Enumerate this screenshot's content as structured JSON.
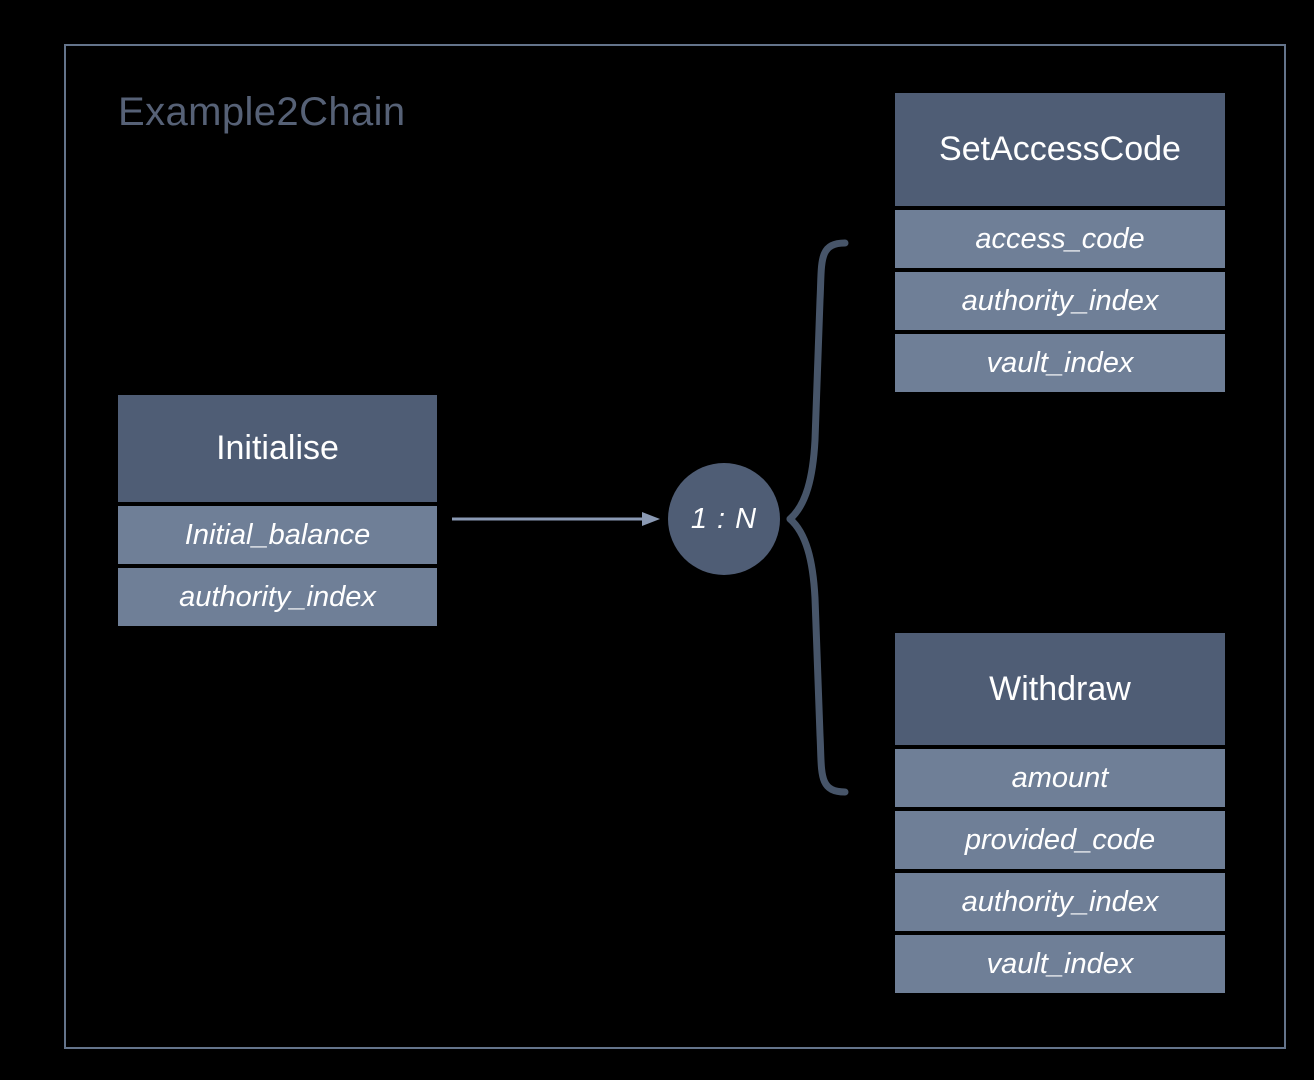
{
  "diagram": {
    "title": "Example2Chain",
    "frame_border_color": "#64748b",
    "background_color": "#000000",
    "title_color": "#566176",
    "header_color": "#4f5d75",
    "field_color": "#6f7f97",
    "connector_color": "#475569",
    "arrow_color": "#8a99b3",
    "text_color": "#ffffff"
  },
  "entities": [
    {
      "id": "initialise",
      "name": "Initialise",
      "fields": [
        "Initial_balance",
        "authority_index"
      ]
    },
    {
      "id": "setaccesscode",
      "name": "SetAccessCode",
      "fields": [
        "access_code",
        "authority_index",
        "vault_index"
      ]
    },
    {
      "id": "withdraw",
      "name": "Withdraw",
      "fields": [
        "amount",
        "provided_code",
        "authority_index",
        "vault_index"
      ]
    }
  ],
  "relationship": {
    "cardinality_label": "1 : N",
    "source": "Initialise",
    "targets": [
      "SetAccessCode",
      "Withdraw"
    ]
  }
}
